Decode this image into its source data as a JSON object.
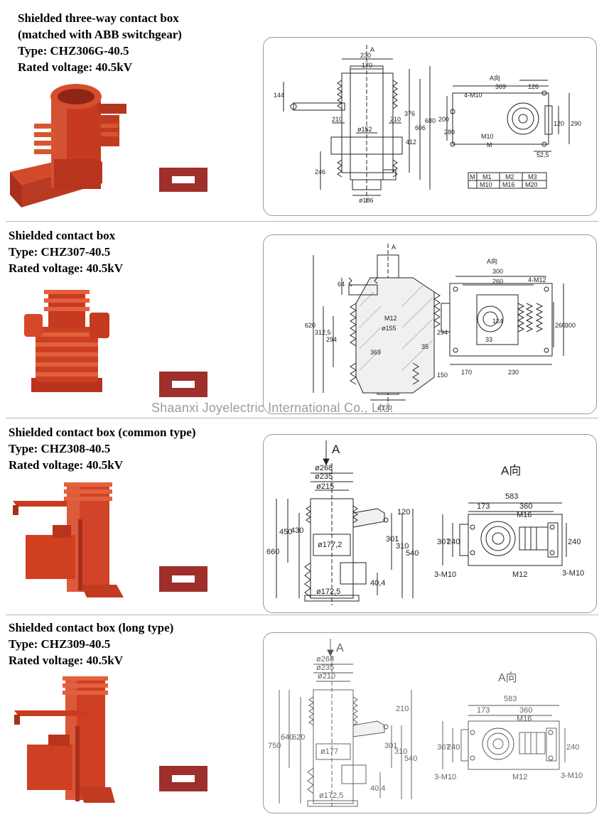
{
  "products": [
    {
      "lines": [
        "Shielded three-way contact box",
        "(matched with ABB switchgear)",
        "Type: CHZ306G-40.5",
        "Rated voltage: 40.5kV"
      ],
      "dims_side": [
        "A",
        "230",
        "170",
        "144",
        "376",
        "606",
        "680",
        "412",
        "210",
        "210",
        "ø152",
        "246",
        "ø186"
      ],
      "dims_view": [
        "A向",
        "369",
        "126",
        "4-M10",
        "200",
        "280",
        "120",
        "290",
        "M10",
        "M",
        "52,5"
      ],
      "thread_table": {
        "header": [
          "M",
          "M1",
          "M2",
          "M3"
        ],
        "row": [
          "M10",
          "M16",
          "M20"
        ]
      }
    },
    {
      "lines": [
        "Shielded contact box",
        "Type: CHZ307-40.5",
        "Rated voltage: 40.5kV"
      ],
      "dims_side": [
        "A",
        "64",
        "620",
        "312,5",
        "294",
        "M12",
        "ø155",
        "369",
        "294",
        "35",
        "150",
        "ø170"
      ],
      "dims_view": [
        "A向",
        "300",
        "260",
        "4-M12",
        "124",
        "260",
        "300",
        "170",
        "230",
        "33"
      ]
    },
    {
      "lines": [
        "Shielded contact box (common type)",
        "Type: CHZ308-40.5",
        "Rated voltage: 40.5kV"
      ],
      "dims_side": [
        "A",
        "ø268",
        "ø235",
        "ø215",
        "120",
        "660",
        "450",
        "430",
        "301",
        "310",
        "540",
        "ø177,2",
        "40,4",
        "ø172,5"
      ],
      "dims_view": [
        "A向",
        "583",
        "173",
        "360",
        "M16",
        "307",
        "240",
        "240",
        "3-M10",
        "M12",
        "3-M10"
      ]
    },
    {
      "lines": [
        "Shielded contact box (long type)",
        "Type: CHZ309-40.5",
        "Rated voltage: 40.5kV"
      ],
      "dims_side": [
        "A",
        "ø268",
        "ø235",
        "ø210",
        "210",
        "750",
        "640",
        "620",
        "301",
        "310",
        "540",
        "ø177",
        "40,4",
        "ø172,5"
      ],
      "dims_view": [
        "A向",
        "583",
        "173",
        "360",
        "M16",
        "307",
        "240",
        "240",
        "3-M10",
        "M12",
        "3-M10"
      ]
    }
  ],
  "watermark": "Shaanxi Joyelectric International Co., Ltd.",
  "colors": {
    "product_red": "#c9381f",
    "swatch": "#9e2f2a",
    "line": "#222222",
    "panel_border": "#9a9a9a"
  }
}
